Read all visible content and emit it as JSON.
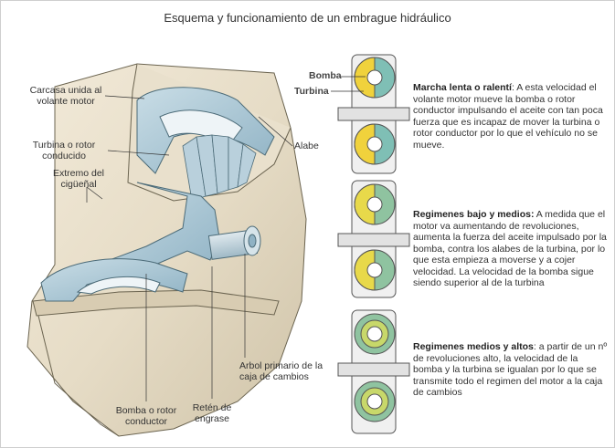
{
  "title": "Esquema y funcionamiento de un embrague hidráulico",
  "labels": {
    "carcasa": "Carcasa unida al volante motor",
    "turbina": "Turbina o rotor conducido",
    "extremo": "Extremo del cigüeñal",
    "alabe": "Alabe",
    "bomba_rotor": "Bomba o rotor conductor",
    "reten": "Retén de engrase",
    "arbol": "Arbol primario de la caja de cambios",
    "bomba_tag": "Bomba",
    "turbina_tag": "Turbina"
  },
  "stages": [
    {
      "heading": "Marcha lenta o ralentí",
      "text": ": A esta velocidad el volante motor mueve la bomba o rotor conductor impulsando el aceite con tan poca fuerza que es incapaz de mover la turbina o rotor conductor por lo que el vehículo no se mueve."
    },
    {
      "heading": "Regimenes bajo y medios:",
      "text": " A medida que el motor va aumentando de revoluciones, aumenta la fuerza del aceite impulsado por la bomba, contra los alabes de la turbina, por lo que esta empieza a moverse y a cojer velocidad. La velocidad de la bomba sigue siendo superior al de la turbina"
    },
    {
      "heading": "Regimenes medios y altos",
      "text": ": a partir de un nº de revoluciones alto, la velocidad de la bomba y la turbina se igualan por lo que se transmite todo el regimen del motor a la caja de cambios"
    }
  ]
}
